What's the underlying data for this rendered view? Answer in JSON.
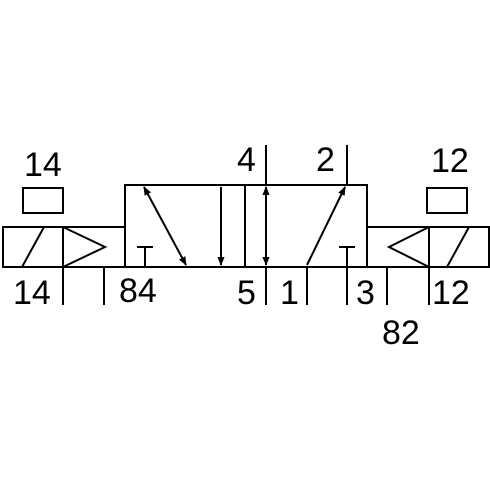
{
  "diagram": {
    "labels": {
      "top_left_14": "14",
      "bottom_left_14": "14",
      "port_84": "84",
      "port_4": "4",
      "port_2": "2",
      "port_5": "5",
      "port_1": "1",
      "port_3": "3",
      "port_82": "82",
      "top_right_12": "12",
      "bottom_right_12": "12"
    },
    "colors": {
      "line": "#000000",
      "background": "#ffffff"
    }
  }
}
